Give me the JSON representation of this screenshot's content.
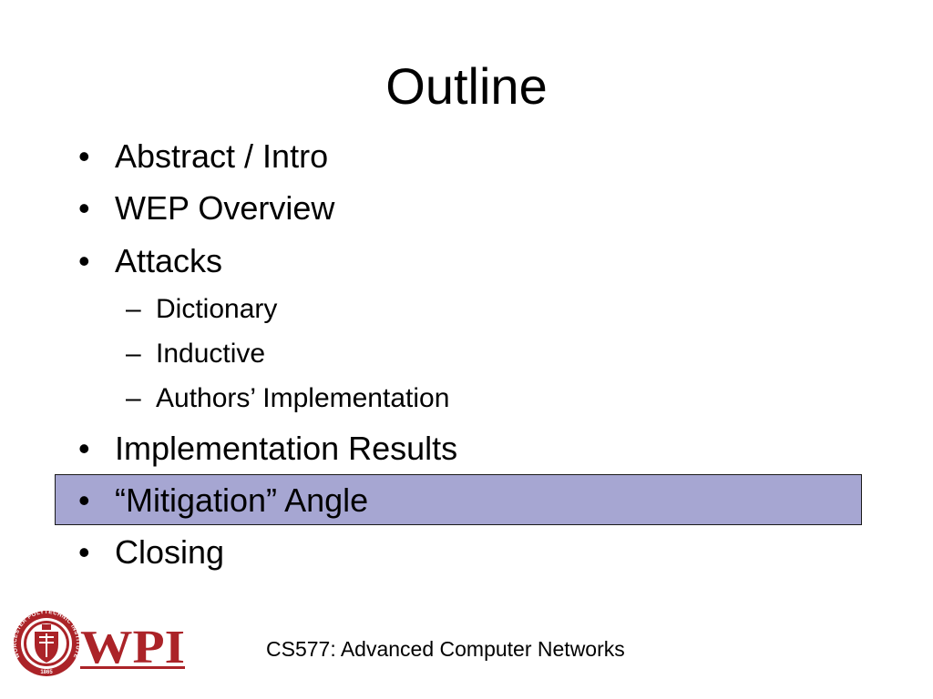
{
  "slide": {
    "title": "Outline",
    "items": [
      {
        "bullet": "•",
        "text": "Abstract / Intro"
      },
      {
        "bullet": "•",
        "text": "WEP Overview"
      },
      {
        "bullet": "•",
        "text": "Attacks"
      },
      {
        "bullet": "–",
        "text": "Dictionary"
      },
      {
        "bullet": "–",
        "text": "Inductive"
      },
      {
        "bullet": "–",
        "text": "Authors’ Implementation"
      },
      {
        "bullet": "•",
        "text": "Implementation Results"
      },
      {
        "bullet": "•",
        "text": "“Mitigation” Angle"
      },
      {
        "bullet": "•",
        "text": "Closing"
      }
    ],
    "highlighted_item": "“Mitigation” Angle",
    "highlight_color": "#a6a6d2",
    "footer": "CS577: Advanced Computer Networks"
  },
  "logo": {
    "wordmark": "WPI",
    "seal_text": "WORCESTER POLYTECHNIC INSTITUTE",
    "seal_year": "1865",
    "color": "#ab2328"
  }
}
